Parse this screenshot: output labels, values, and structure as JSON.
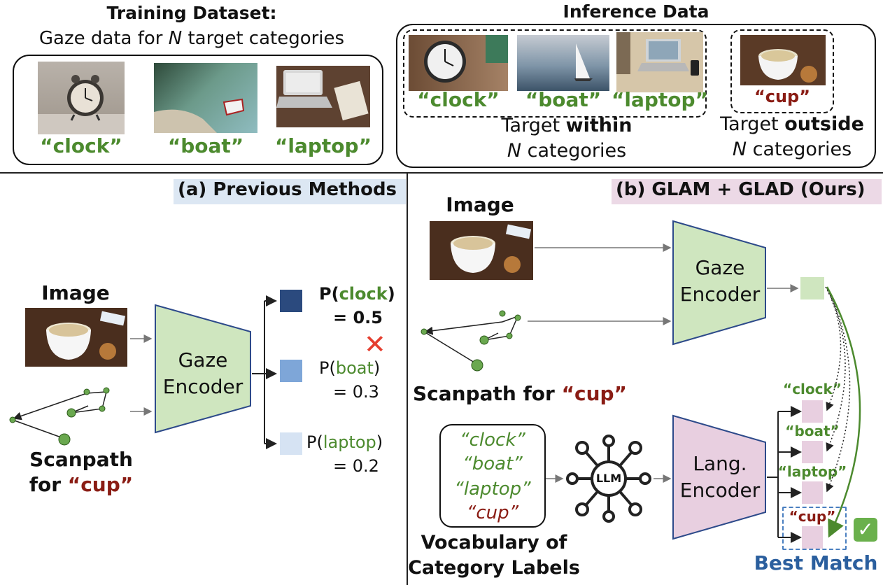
{
  "training": {
    "title": "Training Dataset:",
    "subtitle_prefix": "Gaze data for ",
    "subtitle_n": "N",
    "subtitle_suffix": " target categories",
    "labels": [
      "“clock”",
      "“boat”",
      "“laptop”"
    ]
  },
  "inference": {
    "title": "Inference Data",
    "labels": [
      "“clock”",
      "“boat”",
      "“laptop”"
    ],
    "outside_label": "“cup”",
    "within_line1_prefix": "Target ",
    "within_line1_bold": "within",
    "outside_line1_prefix": "Target ",
    "outside_line1_bold": "outside",
    "line2_n": "N",
    "line2_suffix": " categories"
  },
  "previous": {
    "header": "(a) Previous Methods",
    "image_label": "Image",
    "encoder_line1": "Gaze",
    "encoder_line2": "Encoder",
    "scanpath_line1": "Scanpath",
    "scanpath_for": "for ",
    "scanpath_target": "“cup”",
    "outputs": [
      {
        "prefix": "P(",
        "label": "clock",
        "suffix": ")",
        "value": "= 0.5",
        "color": "#2b4a7e"
      },
      {
        "prefix": "P(",
        "label": "boat",
        "suffix": ")",
        "value": "= 0.3",
        "color": "#7ea6d8"
      },
      {
        "prefix": "P(",
        "label": "laptop",
        "suffix": ")",
        "value": "= 0.2",
        "color": "#d6e3f3"
      }
    ],
    "wrong_mark": "✕"
  },
  "ours": {
    "header": "(b) GLAM + GLAD (Ours)",
    "image_label": "Image",
    "gaze_encoder_line1": "Gaze",
    "gaze_encoder_line2": "Encoder",
    "scanpath_prefix": "Scanpath for ",
    "scanpath_target": "“cup”",
    "vocab": [
      "“clock”",
      "“boat”",
      "“laptop”",
      "“cup”"
    ],
    "vocab_caption_line1": "Vocabulary of",
    "vocab_caption_line2": "Category Labels",
    "llm_label": "LLM",
    "lang_encoder_line1": "Lang.",
    "lang_encoder_line2": "Encoder",
    "embedding_labels": [
      "“clock”",
      "“boat”",
      "“laptop”",
      "“cup”"
    ],
    "best_match": "Best Match",
    "check_mark": "✓"
  },
  "colors": {
    "green_text": "#4c8a2e",
    "red_text": "#8a1c14",
    "gaze_encoder": "#cfe6bf",
    "lang_encoder": "#e8cfe0",
    "header_a_bg": "#dce7f3",
    "header_b_bg": "#ecd9e6",
    "best_match": "#2b5f9e"
  }
}
